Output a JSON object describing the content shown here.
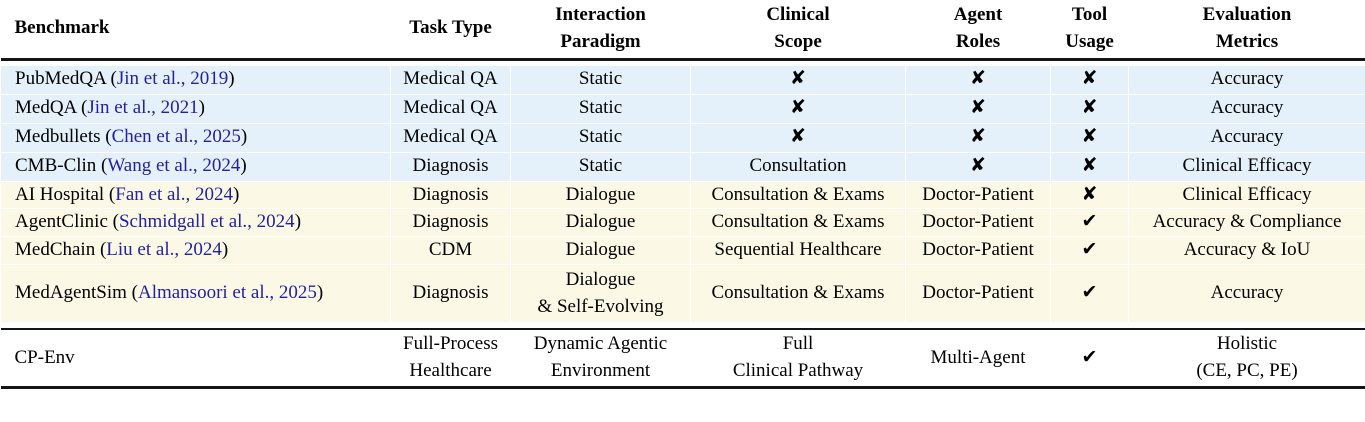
{
  "colors": {
    "section_static_bg": "#e4f1fb",
    "section_dialogue_bg": "#fbf9e6",
    "citation_link": "#22229b",
    "rule": "#151515"
  },
  "icons": {
    "cross": "✘",
    "check": "✔"
  },
  "table": {
    "columns": [
      {
        "label": "Benchmark"
      },
      {
        "label": "Task Type"
      },
      {
        "label": "Interaction\nParadigm"
      },
      {
        "label": "Clinical\nScope"
      },
      {
        "label": "Agent\nRoles"
      },
      {
        "label": "Tool\nUsage"
      },
      {
        "label": "Evaluation\nMetrics"
      }
    ],
    "rows": [
      {
        "benchmark": {
          "name": "PubMedQA (",
          "citation": "Jin et al., 2019",
          "close": ")"
        },
        "task_type": "Medical QA",
        "paradigm": "Static",
        "scope": "✘",
        "roles": "✘",
        "tools": "✘",
        "metrics": "Accuracy"
      },
      {
        "benchmark": {
          "name": "MedQA (",
          "citation": "Jin et al., 2021",
          "close": ")"
        },
        "task_type": "Medical QA",
        "paradigm": "Static",
        "scope": "✘",
        "roles": "✘",
        "tools": "✘",
        "metrics": "Accuracy"
      },
      {
        "benchmark": {
          "name": "Medbullets (",
          "citation": "Chen et al., 2025",
          "close": ")"
        },
        "task_type": "Medical QA",
        "paradigm": "Static",
        "scope": "✘",
        "roles": "✘",
        "tools": "✘",
        "metrics": "Accuracy"
      },
      {
        "benchmark": {
          "name": "CMB-Clin (",
          "citation": "Wang et al., 2024",
          "close": ")"
        },
        "task_type": "Diagnosis",
        "paradigm": "Static",
        "scope": "Consultation",
        "roles": "✘",
        "tools": "✘",
        "metrics": "Clinical Efficacy"
      },
      {
        "benchmark": {
          "name": "AI Hospital (",
          "citation": "Fan et al., 2024",
          "close": ")"
        },
        "task_type": "Diagnosis",
        "paradigm": "Dialogue",
        "scope": "Consultation & Exams",
        "roles": "Doctor-Patient",
        "tools": "✘",
        "metrics": "Clinical Efficacy"
      },
      {
        "benchmark": {
          "name": "AgentClinic (",
          "citation": "Schmidgall et al., 2024",
          "close": ")"
        },
        "task_type": "Diagnosis",
        "paradigm": "Dialogue",
        "scope": "Consultation & Exams",
        "roles": "Doctor-Patient",
        "tools": "✔",
        "metrics": "Accuracy & Compliance"
      },
      {
        "benchmark": {
          "name": "MedChain (",
          "citation": "Liu et al., 2024",
          "close": ")"
        },
        "task_type": "CDM",
        "paradigm": "Dialogue",
        "scope": "Sequential Healthcare",
        "roles": "Doctor-Patient",
        "tools": "✔",
        "metrics": "Accuracy & IoU"
      },
      {
        "benchmark": {
          "name": "MedAgentSim (",
          "citation": "Almansoori et al., 2025",
          "close": ")"
        },
        "task_type": "Diagnosis",
        "paradigm": "Dialogue\n& Self-Evolving",
        "scope": "Consultation & Exams",
        "roles": "Doctor-Patient",
        "tools": "✔",
        "metrics": "Accuracy"
      },
      {
        "benchmark": {
          "name": "CP-Env",
          "citation": "",
          "close": ""
        },
        "task_type": "Full-Process\nHealthcare",
        "paradigm": "Dynamic Agentic\nEnvironment",
        "scope": "Full\nClinical Pathway",
        "roles": "Multi-Agent",
        "tools": "✔",
        "metrics": "Holistic\n(CE, PC, PE)"
      }
    ]
  }
}
